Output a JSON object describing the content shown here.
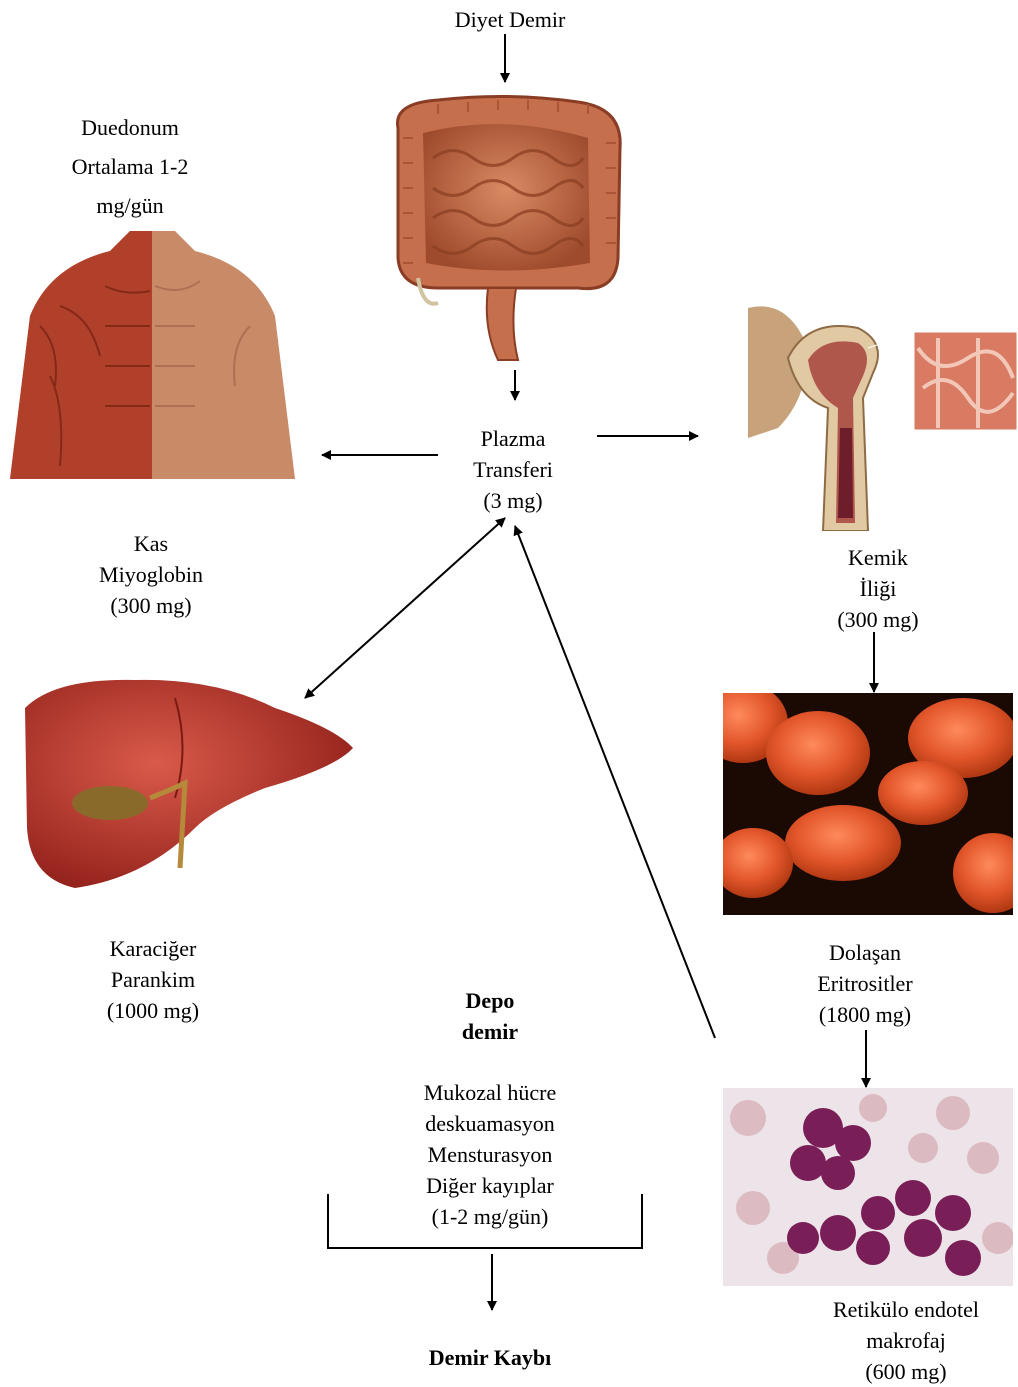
{
  "dietary_iron": "Diyet Demir",
  "duodenum": {
    "line1": "Duedonum",
    "line2": "Ortalama 1-2",
    "line3": "mg/gün"
  },
  "plasma": {
    "line1": "Plazma",
    "line2": "Transferi",
    "line3": "(3 mg)"
  },
  "muscle": {
    "line1": "Kas",
    "line2": "Miyoglobin",
    "line3": "(300 mg)"
  },
  "bone_marrow": {
    "line1": "Kemik",
    "line2": "İliği",
    "line3": "(300 mg)"
  },
  "liver": {
    "line1": "Karaciğer",
    "line2": "Parankim",
    "line3": "(1000 mg)"
  },
  "erythrocytes": {
    "line1": "Dolaşan",
    "line2": "Eritrositler",
    "line3": "(1800 mg)"
  },
  "store_iron": {
    "line1": "Depo",
    "line2": "demir"
  },
  "losses": {
    "line1": "Mukozal hücre",
    "line2": "deskuamasyon",
    "line3": "Mensturasyon",
    "line4": "Diğer kayıplar",
    "line5": "(1-2 mg/gün)"
  },
  "iron_loss": "Demir Kaybı",
  "macrophage": {
    "line1": "Retikülo endotel",
    "line2": "makrofaj",
    "line3": "(600 mg)"
  },
  "images": [
    "intestine",
    "muscular-torso",
    "femur-bone-marrow",
    "liver",
    "red-blood-cells",
    "blood-smear"
  ]
}
